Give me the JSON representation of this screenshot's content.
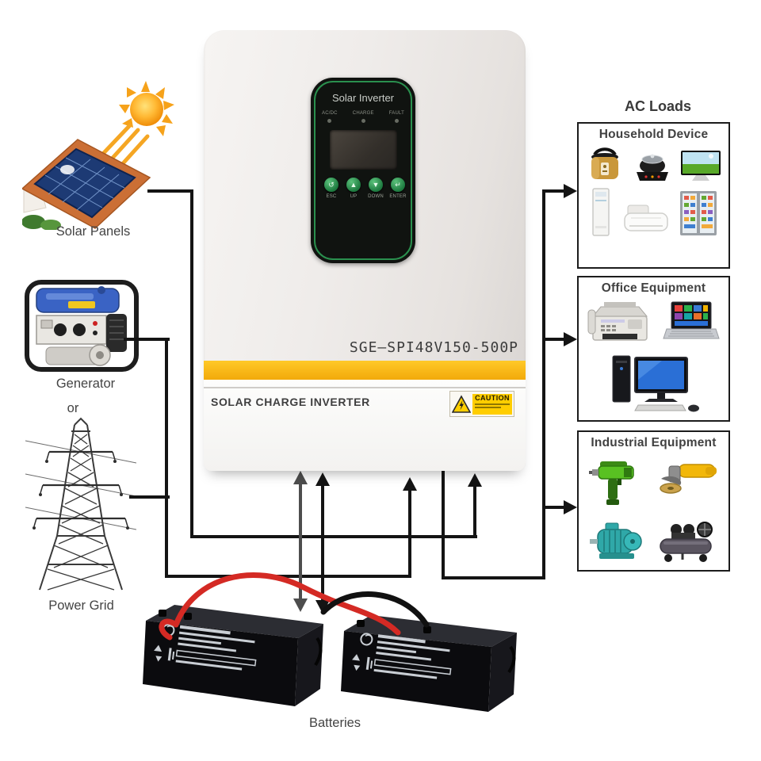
{
  "sources": {
    "solar_panels": {
      "label": "Solar Panels"
    },
    "generator": {
      "label": "Generator"
    },
    "conjunction": "or",
    "power_grid": {
      "label": "Power Grid"
    }
  },
  "inverter": {
    "display_title": "Solar Inverter",
    "leds": [
      {
        "label": "AC/DC"
      },
      {
        "label": "CHARGE"
      },
      {
        "label": "FAULT"
      }
    ],
    "buttons": [
      {
        "glyph": "↺",
        "label": "ESC"
      },
      {
        "glyph": "▲",
        "label": "UP"
      },
      {
        "glyph": "▼",
        "label": "DOWN"
      },
      {
        "glyph": "↵",
        "label": "ENTER"
      }
    ],
    "model": "SGE—SPI48V150-500P",
    "product_name": "SOLAR CHARGE INVERTER",
    "caution_label": "CAUTION"
  },
  "ac_loads": {
    "title": "AC Loads",
    "groups": [
      {
        "label": "Household Device",
        "items": [
          "pressure-cooker",
          "induction-cooker",
          "television",
          "air-conditioner-cabinet",
          "air-conditioner-split",
          "refrigerator"
        ]
      },
      {
        "label": "Office Equipment",
        "items": [
          "fax-machine",
          "laptop",
          "desktop-computer"
        ]
      },
      {
        "label": "Industrial Equipment",
        "items": [
          "electric-drill",
          "angle-grinder",
          "electric-motor",
          "air-compressor"
        ]
      }
    ]
  },
  "batteries": {
    "label": "Batteries"
  },
  "colors": {
    "wire": "#141414",
    "wire_alt": "#4d4d4d",
    "stripe_yellow": "#f7b71c",
    "panel_green": "#2d9e55",
    "cable_red": "#d42a24",
    "cable_black": "#111111",
    "caution_yellow": "#ffcd00"
  }
}
